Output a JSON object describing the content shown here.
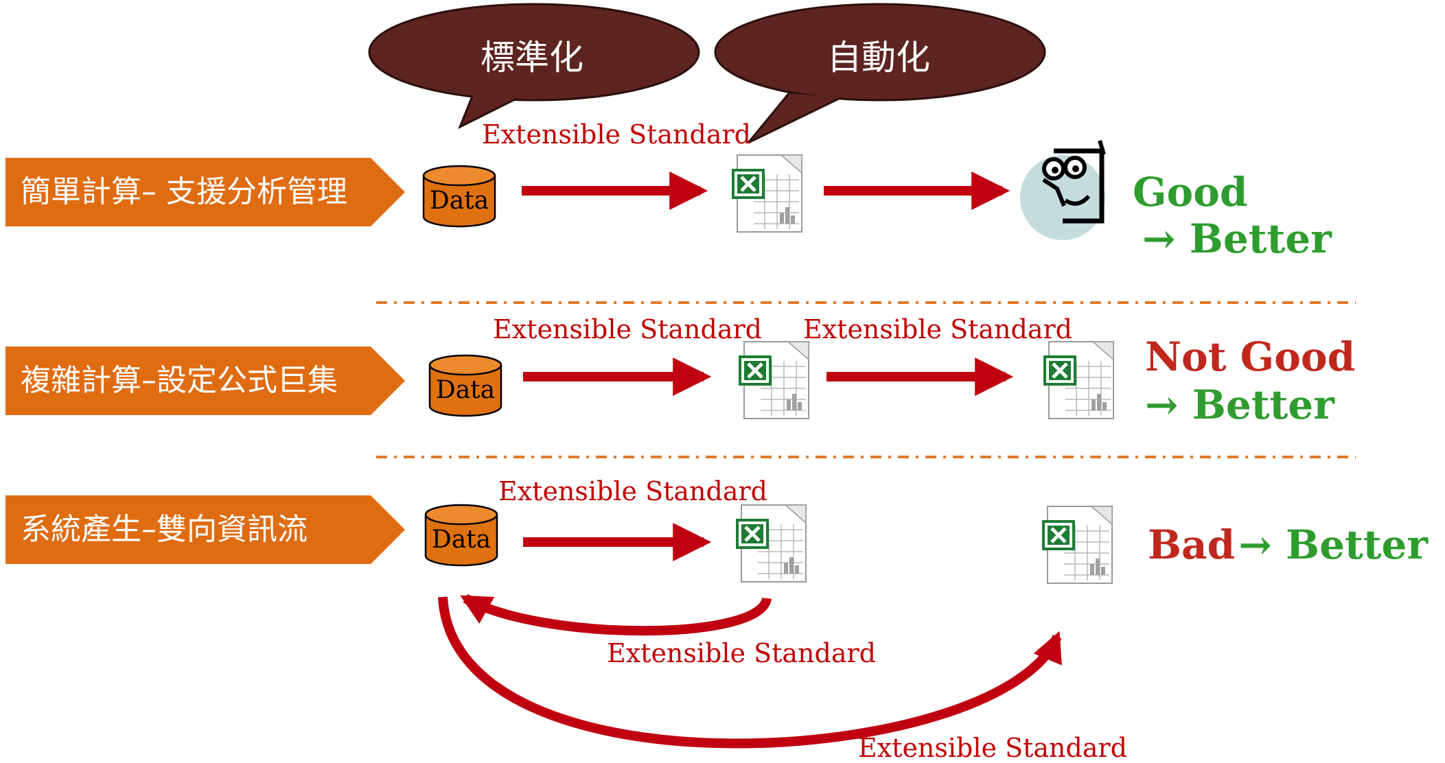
{
  "bubbles": [
    "標準化",
    "自動化"
  ],
  "rows": [
    {
      "label": "簡單計算– 支援分析管理",
      "db_label": "Data",
      "ext_labels": [
        "Extensible Standard"
      ],
      "verdict": [
        {
          "text": "Good",
          "tone": "good"
        },
        {
          "text": "→ Better",
          "tone": "good"
        }
      ]
    },
    {
      "label": "複雜計算–設定公式巨集",
      "db_label": "Data",
      "ext_labels": [
        "Extensible Standard",
        "Extensible Standard"
      ],
      "verdict": [
        {
          "text": "Not Good",
          "tone": "bad"
        },
        {
          "text": "→ Better",
          "tone": "good"
        }
      ]
    },
    {
      "label": "系統產生–雙向資訊流",
      "db_label": "Data",
      "ext_labels": [
        "Extensible Standard",
        "Extensible Standard",
        "Extensible Standard"
      ],
      "verdict": [
        {
          "text": "Bad",
          "tone": "bad"
        },
        {
          "text": "→ Better",
          "tone": "good"
        }
      ]
    }
  ],
  "colors": {
    "label_fill": "#e06c12",
    "db_fill": "#e0710f",
    "arrow": "#c00010",
    "bubble_fill": "#5e2420",
    "divider": "#e07a2a",
    "good": "#2e9c2e",
    "bad": "#c0281e",
    "excel_green": "#1e7b34"
  },
  "icons": [
    "speech-bubble-icon",
    "database-icon",
    "excel-file-icon",
    "thinking-face-icon",
    "arrow-icon"
  ]
}
